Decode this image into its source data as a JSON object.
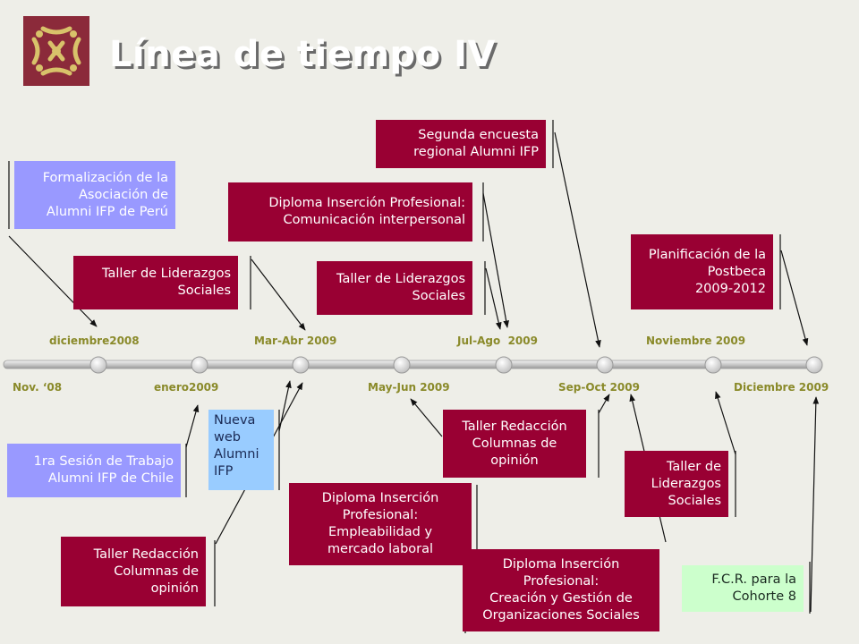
{
  "slide": {
    "title": "Línea de tiempo IV"
  },
  "colors": {
    "maroon": "#990033",
    "lavender": "#9999ff",
    "sky": "#99ccff",
    "mint": "#ccffcc",
    "label": "#8a8a2a",
    "logo": "#8b2a3a"
  },
  "labels_top": [
    "diciembre2008",
    "Mar-Abr 2009",
    "Jul-Ago  2009",
    "Noviembre 2009"
  ],
  "labels_bottom": [
    "Nov. ‘08",
    "enero2009",
    "May-Jun 2009",
    "Sep-Oct 2009",
    "Diciembre 2009"
  ],
  "events": [
    {
      "id": "segunda-encuesta",
      "lines": [
        "Segunda encuesta",
        "regional Alumni IFP"
      ]
    },
    {
      "id": "formalizacion",
      "lines": [
        "Formalización de la",
        "Asociación de",
        "Alumni IFP de Perú"
      ]
    },
    {
      "id": "diploma-comunicacion",
      "lines": [
        "Diploma Inserción Profesional:",
        "Comunicación interpersonal"
      ]
    },
    {
      "id": "planificacion",
      "lines": [
        "Planificación de la",
        "Postbeca",
        "2009-2012"
      ]
    },
    {
      "id": "taller-liderazgos-1",
      "lines": [
        "Taller de Liderazgos",
        "Sociales"
      ]
    },
    {
      "id": "taller-liderazgos-2",
      "lines": [
        "Taller de Liderazgos",
        "Sociales"
      ]
    },
    {
      "id": "taller-redaccion-2",
      "lines": [
        "Taller Redacción",
        "Columnas de",
        "opinión"
      ]
    },
    {
      "id": "nueva-web",
      "lines": [
        "Nueva",
        "web",
        "Alumni",
        "IFP"
      ]
    },
    {
      "id": "primera-sesion",
      "lines": [
        "1ra Sesión de Trabajo",
        "Alumni IFP de Chile"
      ]
    },
    {
      "id": "taller-liderazgos-3",
      "lines": [
        "Taller de",
        "Liderazgos",
        "Sociales"
      ]
    },
    {
      "id": "diploma-empleabilidad",
      "lines": [
        "Diploma Inserción",
        "Profesional:",
        "Empleabilidad y",
        "mercado laboral"
      ]
    },
    {
      "id": "taller-redaccion-1",
      "lines": [
        "Taller Redacción",
        "Columnas de",
        "opinión"
      ]
    },
    {
      "id": "diploma-creacion",
      "lines": [
        "Diploma Inserción",
        "Profesional:",
        "Creación y Gestión de",
        "Organizaciones Sociales"
      ]
    },
    {
      "id": "fcr",
      "lines": [
        "F.C.R. para la",
        "Cohorte 8"
      ]
    }
  ]
}
